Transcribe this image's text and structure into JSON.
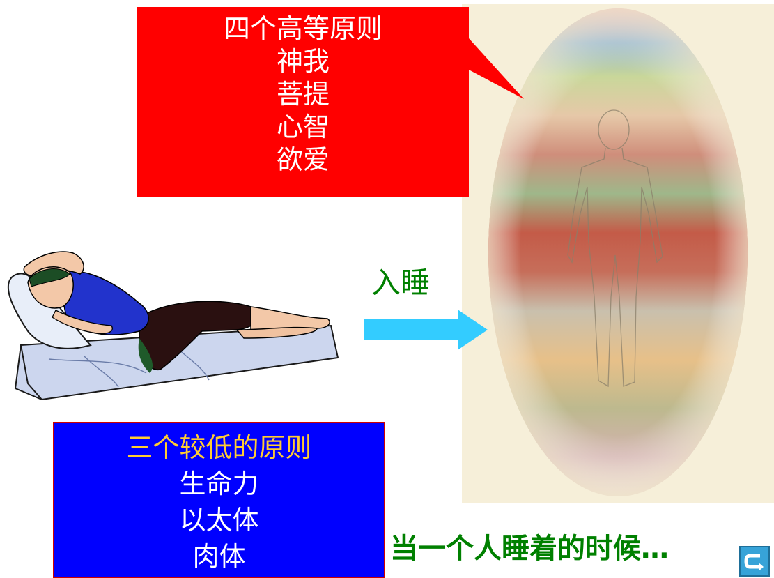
{
  "higher": {
    "title": "四个高等原则",
    "items": [
      "神我",
      "菩提",
      "心智",
      "欲爱"
    ]
  },
  "lower": {
    "title": "三个较低的原则",
    "items": [
      "生命力",
      "以太体",
      "肉体"
    ]
  },
  "arrow_label": "入睡",
  "caption": "当一个人睡着的时候…",
  "colors": {
    "red_callout": "#ff0000",
    "blue_box": "#0000ff",
    "green_text": "#008000",
    "arrow": "#33ccff",
    "highlight": "#ffcc33"
  },
  "icons": {
    "return": "return-arrow-icon"
  }
}
